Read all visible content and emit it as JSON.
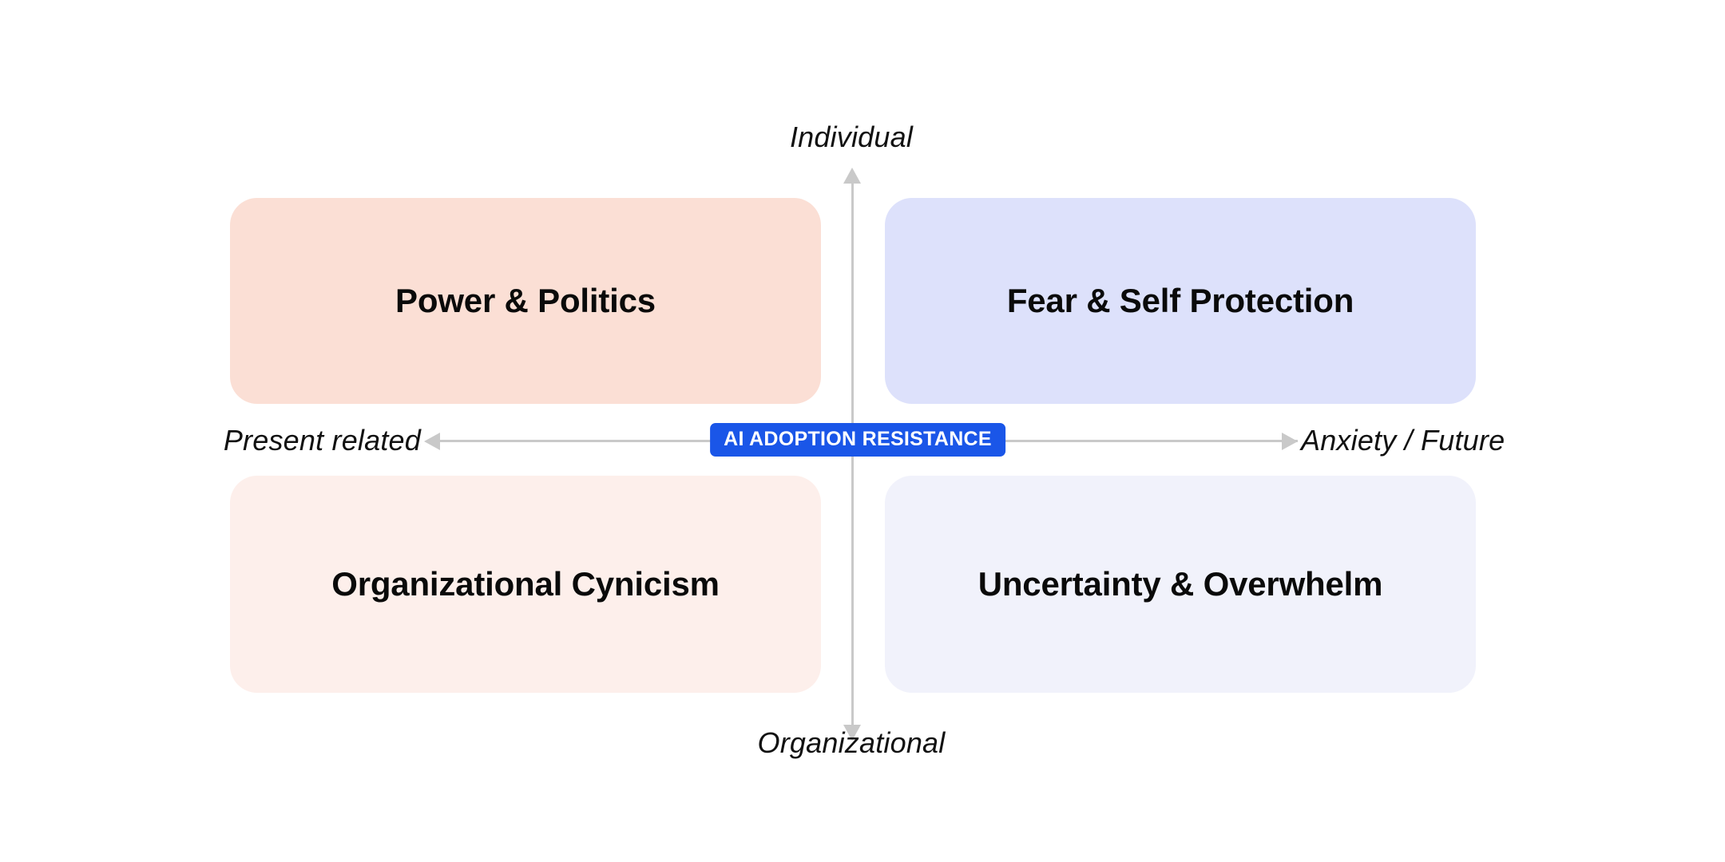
{
  "diagram": {
    "type": "2x2-matrix",
    "center_badge": {
      "label": "AI ADOPTION RESISTANCE",
      "background_color": "#1a56e8",
      "text_color": "#ffffff"
    },
    "axes": {
      "vertical": {
        "top_label": "Individual",
        "bottom_label": "Organizational",
        "line_color": "#c9c9c9"
      },
      "horizontal": {
        "left_label": "Present related",
        "right_label": "Anxiety / Future",
        "line_color": "#c9c9c9"
      }
    },
    "quadrants": [
      {
        "position": "top-left",
        "label": "Power & Politics",
        "fill_color": "#fbdfd5",
        "text_color": "#0a0a0a"
      },
      {
        "position": "top-right",
        "label": "Fear & Self Protection",
        "fill_color": "#dde1fb",
        "text_color": "#0a0a0a"
      },
      {
        "position": "bottom-left",
        "label": "Organizational Cynicism",
        "fill_color": "#fdefeb",
        "text_color": "#0a0a0a"
      },
      {
        "position": "bottom-right",
        "label": "Uncertainty & Overwhelm",
        "fill_color": "#f1f2fb",
        "text_color": "#0a0a0a"
      }
    ]
  }
}
